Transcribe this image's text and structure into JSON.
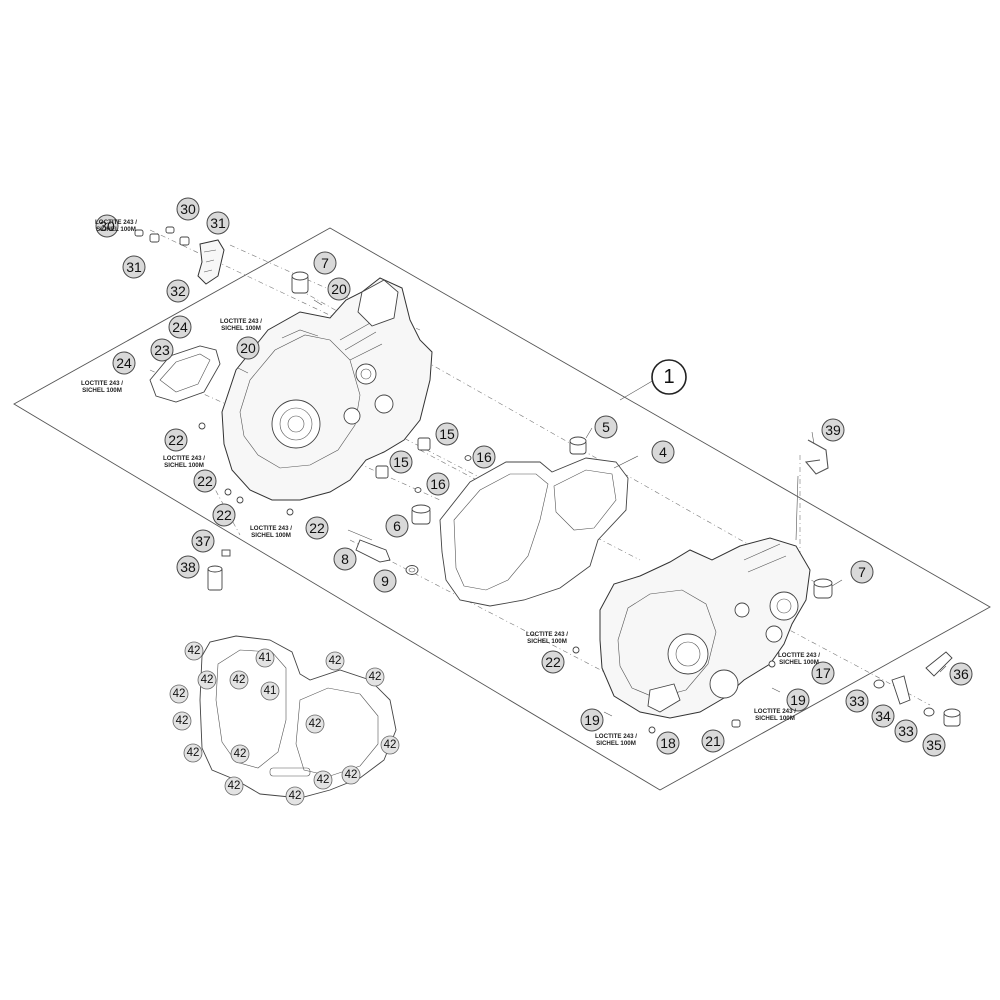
{
  "assembly_label": "1",
  "callouts": [
    {
      "id": "c30a",
      "label": "30"
    },
    {
      "id": "c31a",
      "label": "31"
    },
    {
      "id": "c30b",
      "label": "30"
    },
    {
      "id": "c31b",
      "label": "31"
    },
    {
      "id": "c32",
      "label": "32"
    },
    {
      "id": "c7a",
      "label": "7"
    },
    {
      "id": "c20a",
      "label": "20"
    },
    {
      "id": "c24a",
      "label": "24"
    },
    {
      "id": "c23",
      "label": "23"
    },
    {
      "id": "c20b",
      "label": "20"
    },
    {
      "id": "c24b",
      "label": "24"
    },
    {
      "id": "c22a",
      "label": "22"
    },
    {
      "id": "c22b",
      "label": "22"
    },
    {
      "id": "c22c",
      "label": "22"
    },
    {
      "id": "c22d",
      "label": "22"
    },
    {
      "id": "c37",
      "label": "37"
    },
    {
      "id": "c38",
      "label": "38"
    },
    {
      "id": "c15a",
      "label": "15"
    },
    {
      "id": "c16a",
      "label": "16"
    },
    {
      "id": "c15b",
      "label": "15"
    },
    {
      "id": "c16b",
      "label": "16"
    },
    {
      "id": "c6",
      "label": "6"
    },
    {
      "id": "c8",
      "label": "8"
    },
    {
      "id": "c9",
      "label": "9"
    },
    {
      "id": "c5",
      "label": "5"
    },
    {
      "id": "c4",
      "label": "4"
    },
    {
      "id": "c39",
      "label": "39"
    },
    {
      "id": "c7b",
      "label": "7"
    },
    {
      "id": "c22e",
      "label": "22"
    },
    {
      "id": "c17",
      "label": "17"
    },
    {
      "id": "c19a",
      "label": "19"
    },
    {
      "id": "c19b",
      "label": "19"
    },
    {
      "id": "c18",
      "label": "18"
    },
    {
      "id": "c21",
      "label": "21"
    },
    {
      "id": "c36",
      "label": "36"
    },
    {
      "id": "c33a",
      "label": "33"
    },
    {
      "id": "c34",
      "label": "34"
    },
    {
      "id": "c33b",
      "label": "33"
    },
    {
      "id": "c35",
      "label": "35"
    },
    {
      "id": "g42a",
      "label": "42"
    },
    {
      "id": "g41a",
      "label": "41"
    },
    {
      "id": "g42b",
      "label": "42"
    },
    {
      "id": "g42c",
      "label": "42"
    },
    {
      "id": "g42d",
      "label": "42"
    },
    {
      "id": "g42e",
      "label": "42"
    },
    {
      "id": "g41b",
      "label": "41"
    },
    {
      "id": "g42f",
      "label": "42"
    },
    {
      "id": "g42g",
      "label": "42"
    },
    {
      "id": "g42h",
      "label": "42"
    },
    {
      "id": "g42i",
      "label": "42"
    },
    {
      "id": "g42j",
      "label": "42"
    },
    {
      "id": "g42k",
      "label": "42"
    },
    {
      "id": "g42l",
      "label": "42"
    },
    {
      "id": "g42m",
      "label": "42"
    },
    {
      "id": "g42n",
      "label": "42"
    }
  ],
  "notes": [
    {
      "id": "n1",
      "line1": "LOCTITE 243 /",
      "line2": "SICHEL 100M"
    },
    {
      "id": "n2",
      "line1": "LOCTITE 243 /",
      "line2": "SICHEL 100M"
    },
    {
      "id": "n3",
      "line1": "LOCTITE 243 /",
      "line2": "SICHEL 100M"
    },
    {
      "id": "n4",
      "line1": "LOCTITE 243 /",
      "line2": "SICHEL 100M"
    },
    {
      "id": "n5",
      "line1": "LOCTITE 243 /",
      "line2": "SICHEL 100M"
    },
    {
      "id": "n6",
      "line1": "LOCTITE 243 /",
      "line2": "SICHEL 100M"
    },
    {
      "id": "n7",
      "line1": "LOCTITE 243 /",
      "line2": "SICHEL 100M"
    },
    {
      "id": "n8",
      "line1": "LOCTITE 243 /",
      "line2": "SICHEL 100M"
    },
    {
      "id": "n9",
      "line1": "LOCTITE 243 /",
      "line2": "SICHEL 100M"
    }
  ]
}
